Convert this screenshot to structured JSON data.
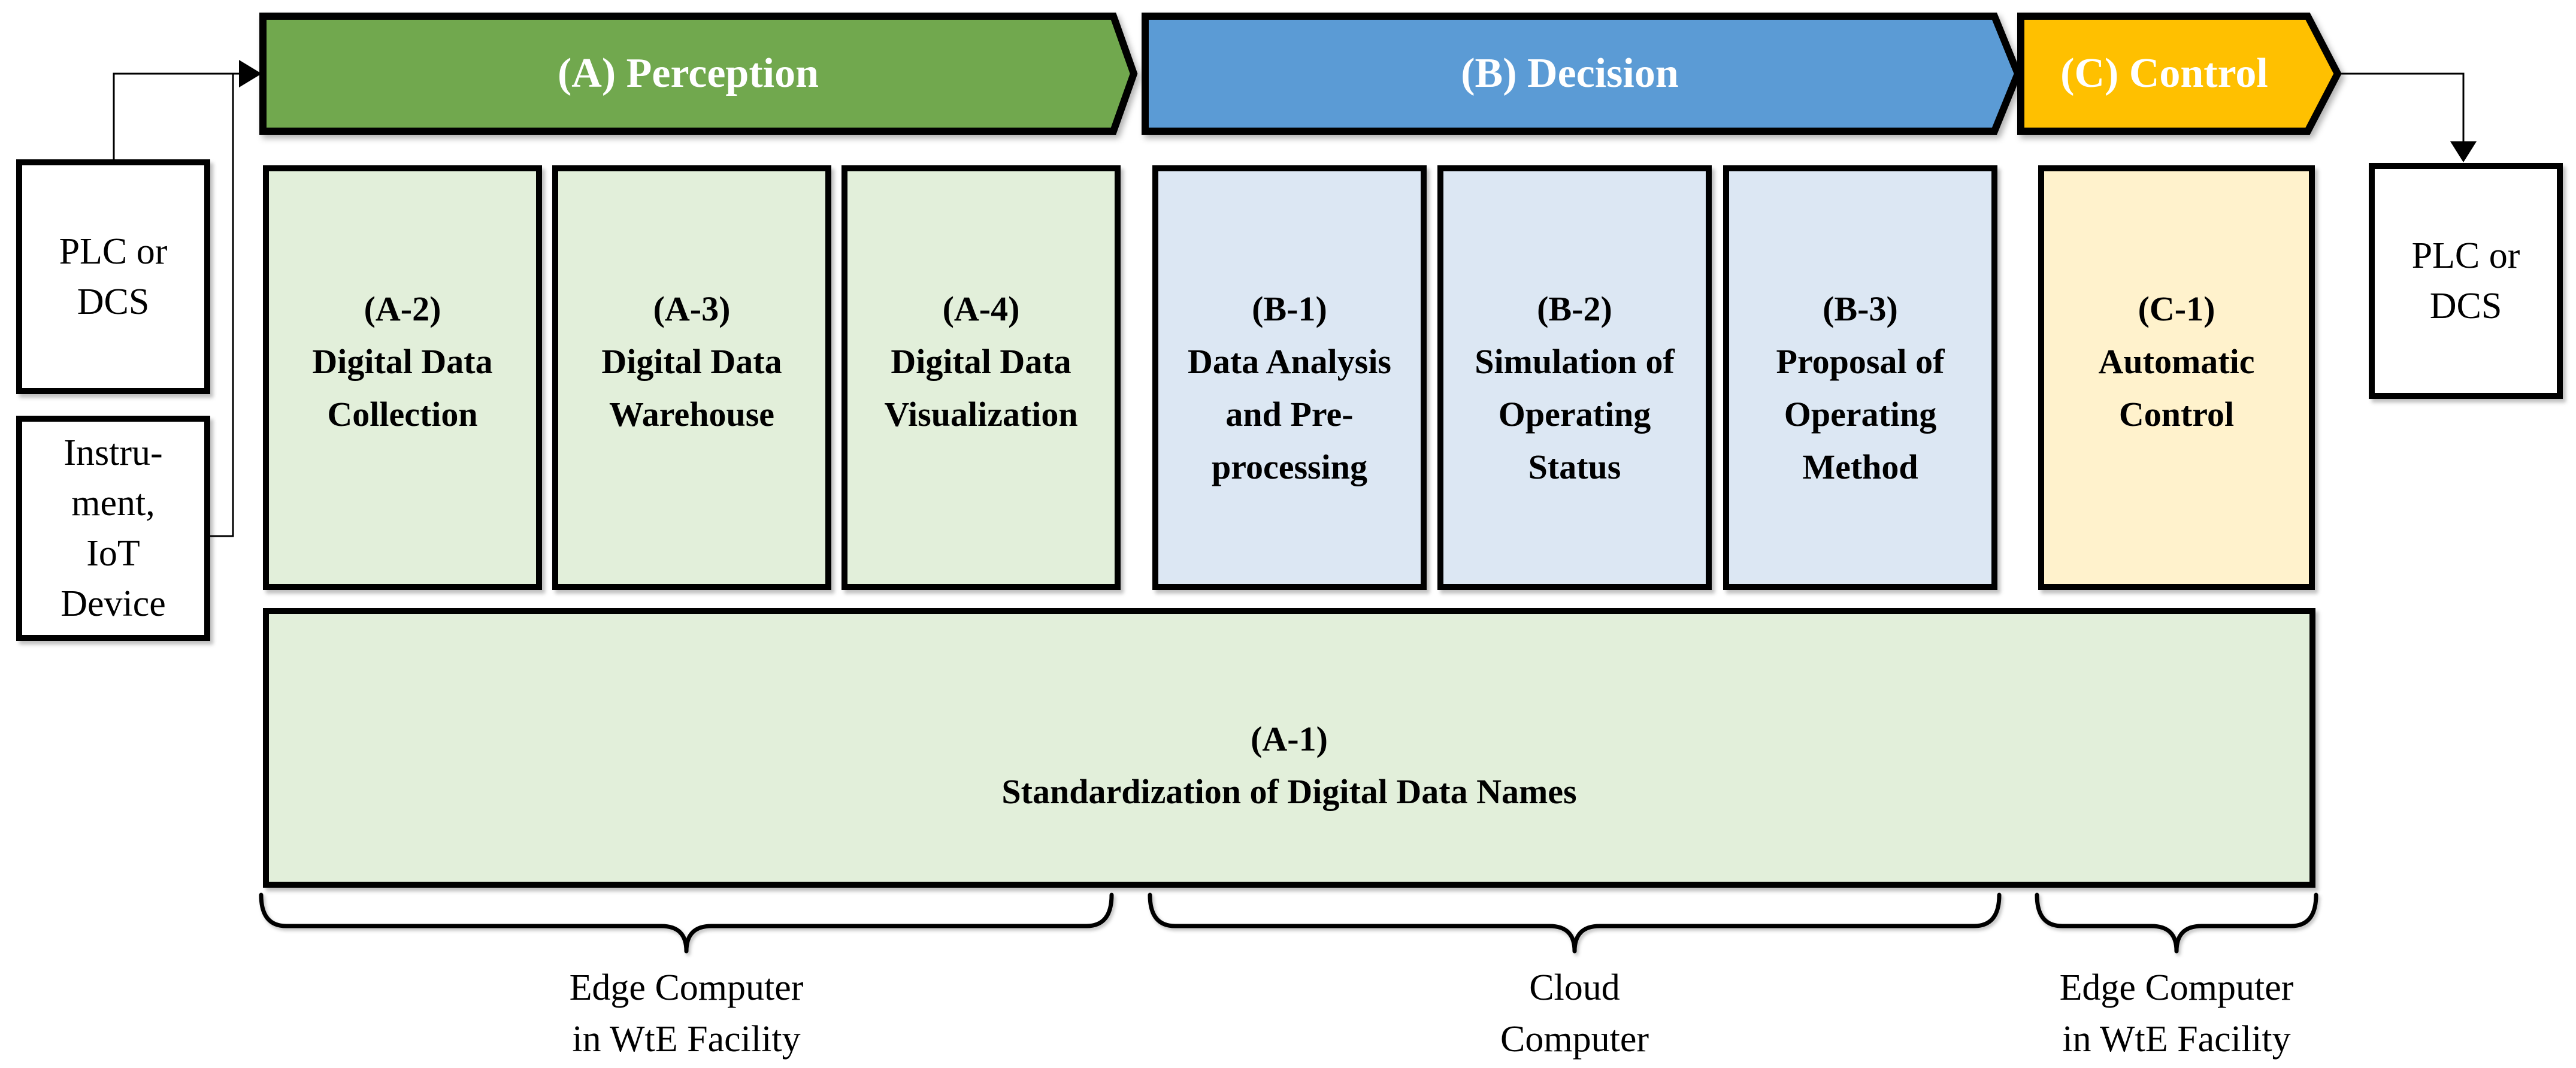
{
  "stages": [
    {
      "label": "(A) Perception",
      "fill": "#71A84E"
    },
    {
      "label": "(B) Decision",
      "fill": "#5B9BD5"
    },
    {
      "label": "(C) Control",
      "fill": "#FFC000"
    }
  ],
  "process_boxes": [
    {
      "id": "A-2",
      "lines": [
        "(A-2)",
        "Digital Data",
        "Collection"
      ],
      "fill": "#E2EFDA"
    },
    {
      "id": "A-3",
      "lines": [
        "(A-3)",
        "Digital Data",
        "Warehouse"
      ],
      "fill": "#E2EFDA"
    },
    {
      "id": "A-4",
      "lines": [
        "(A-4)",
        "Digital Data",
        "Visualization"
      ],
      "fill": "#E2EFDA"
    },
    {
      "id": "B-1",
      "lines": [
        "(B-1)",
        "Data Analysis",
        "and Pre-",
        "processing"
      ],
      "fill": "#DCE7F3"
    },
    {
      "id": "B-2",
      "lines": [
        "(B-2)",
        "Simulation of",
        "Operating",
        "Status"
      ],
      "fill": "#DCE7F3"
    },
    {
      "id": "B-3",
      "lines": [
        "(B-3)",
        "Proposal of",
        "Operating",
        "Method"
      ],
      "fill": "#DCE7F3"
    },
    {
      "id": "C-1",
      "lines": [
        "(C-1)",
        "Automatic",
        "Control"
      ],
      "fill": "#FFF2CC"
    }
  ],
  "foundation_box": {
    "id": "A-1",
    "lines": [
      "(A-1)",
      "Standardization of Digital Data Names"
    ],
    "fill": "#E2EFDA"
  },
  "external_devices": {
    "left_plc": {
      "lines": [
        "PLC or",
        "DCS"
      ]
    },
    "instrument": {
      "lines": [
        "Instru-",
        "ment,",
        "IoT",
        "Device"
      ]
    },
    "right_plc": {
      "lines": [
        "PLC or",
        "DCS"
      ]
    }
  },
  "compute_locations": [
    {
      "lines": [
        "Edge Computer",
        "in WtE Facility"
      ]
    },
    {
      "lines": [
        "Cloud",
        "Computer"
      ]
    },
    {
      "lines": [
        "Edge Computer",
        "in WtE Facility"
      ]
    }
  ],
  "palette": {
    "stage_perception": "#71A84E",
    "stage_decision": "#5B9BD5",
    "stage_control": "#FFC000",
    "light_green": "#E2EFDA",
    "light_blue": "#DCE7F3",
    "light_yellow": "#FFF2CC",
    "border": "#000000",
    "banner_text": "#FFFFFF",
    "box_text": "#000000",
    "background": "#FFFFFF"
  }
}
